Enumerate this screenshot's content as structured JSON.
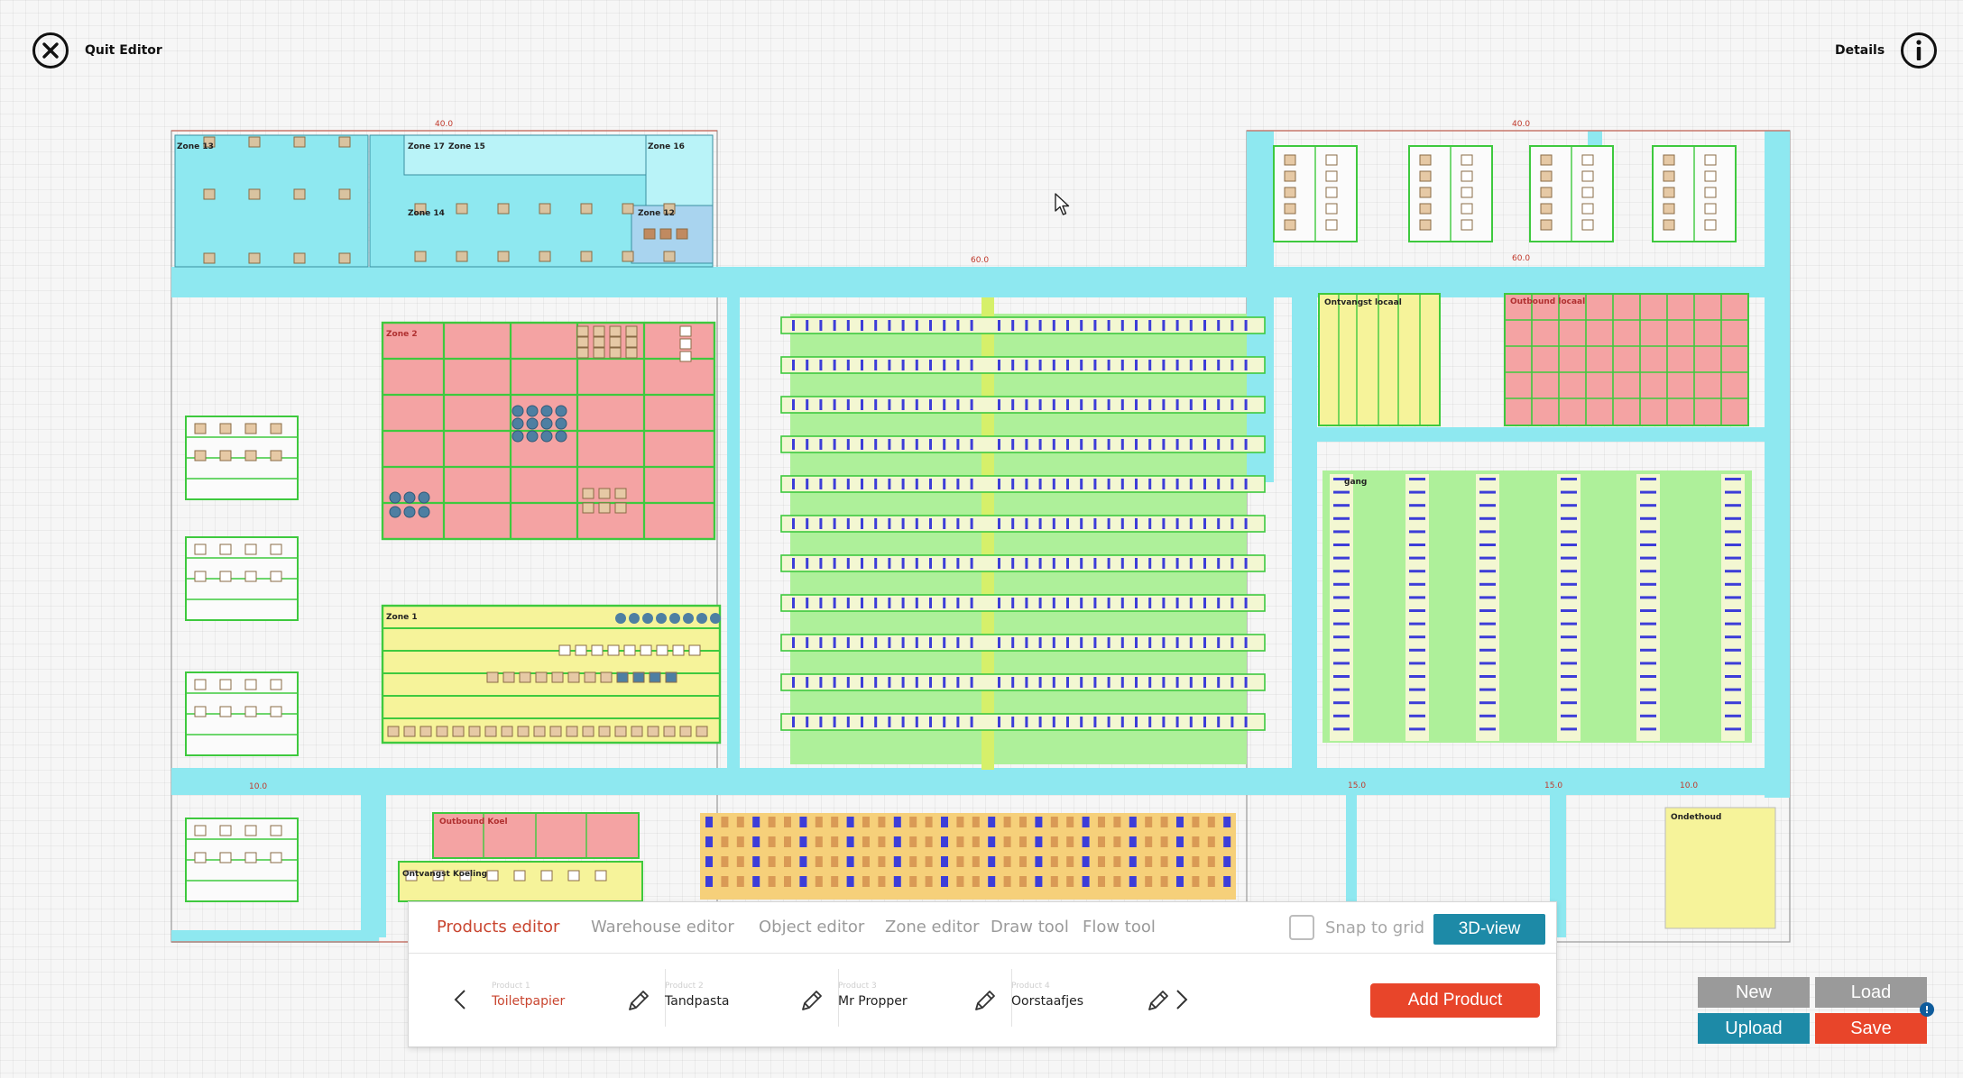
{
  "header": {
    "quit_label": "Quit Editor",
    "details_label": "Details"
  },
  "floorplan": {
    "zone_labels": [
      "Zone 13",
      "Zone 17",
      "Zone 15",
      "Zone 16",
      "Zone 14",
      "Zone 12",
      "Zone 2",
      "Zone 1",
      "Ontvangst locaal",
      "Outbound locaal",
      "Outbound Koel",
      "Ontvangst Koeling",
      "Ondethoud",
      "gang"
    ],
    "dimension_labels": [
      "40.0",
      "60.0",
      "40.0",
      "60.0",
      "10.0",
      "15.0",
      "15.0",
      "10.0"
    ],
    "colors": {
      "aisle": "#8ee8f0",
      "pick_area": "#aef09a",
      "storage_red": "#f4a3a3",
      "storage_yellow": "#f6f39a",
      "rack_blue": "#3d3dd8",
      "zone_border": "#3ec93e",
      "wall": "#c96a5c"
    }
  },
  "editor": {
    "tabs": [
      {
        "label": "Products editor",
        "active": true
      },
      {
        "label": "Warehouse editor",
        "active": false
      },
      {
        "label": "Object editor",
        "active": false
      },
      {
        "label": "Zone editor",
        "active": false
      },
      {
        "label": "Draw tool",
        "active": false
      },
      {
        "label": "Flow tool",
        "active": false
      }
    ],
    "snap_label": "Snap to grid",
    "snap_checked": false,
    "view3d_label": "3D-view",
    "products": [
      {
        "number": "Product 1",
        "name": "Toiletpapier",
        "selected": true
      },
      {
        "number": "Product 2",
        "name": "Tandpasta",
        "selected": false
      },
      {
        "number": "Product 3",
        "name": "Mr Propper",
        "selected": false
      },
      {
        "number": "Product 4",
        "name": "Oorstaafjes",
        "selected": false
      }
    ],
    "add_label": "Add Product"
  },
  "actions": {
    "new_label": "New",
    "load_label": "Load",
    "upload_label": "Upload",
    "save_label": "Save",
    "badge": "!"
  },
  "style_colors": {
    "accent_red": "#e8452a",
    "teal": "#1d8aa7",
    "grey_button": "#9a9a9a"
  }
}
